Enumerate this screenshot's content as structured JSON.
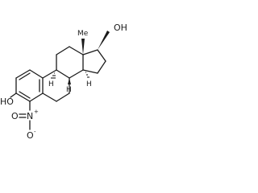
{
  "labels": {
    "hydroxyl_top": "OH",
    "methyl": "Me",
    "stereo_h_9": "H",
    "stereo_h_8": "H",
    "stereo_h_14": "H",
    "hydroxyl_left": "HO",
    "nitro_n": "N",
    "nitro_n_charge": "+",
    "nitro_o_down": "O",
    "nitro_o_down_charge": "-",
    "nitro_o_left": "O"
  },
  "colors": {
    "ink": "#1a1a1a",
    "background": "#ffffff"
  }
}
